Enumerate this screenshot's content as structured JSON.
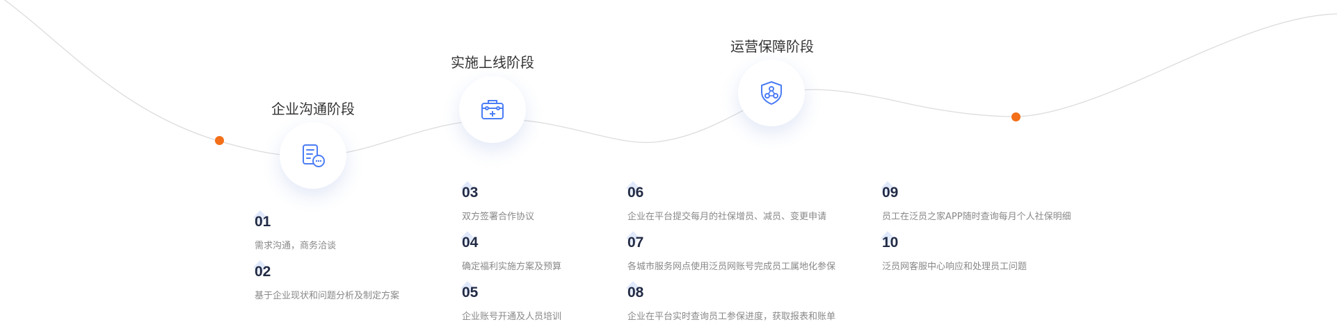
{
  "stages": [
    {
      "title": "企业沟通阶段",
      "icon": "document-chat-icon"
    },
    {
      "title": "实施上线阶段",
      "icon": "medical-kit-icon"
    },
    {
      "title": "运营保障阶段",
      "icon": "shield-network-icon"
    }
  ],
  "steps": [
    {
      "num": "01",
      "text": "需求沟通，商务洽谈"
    },
    {
      "num": "02",
      "text": "基于企业现状和问题分析及制定方案"
    },
    {
      "num": "03",
      "text": "双方签署合作协议"
    },
    {
      "num": "04",
      "text": "确定福利实施方案及预算"
    },
    {
      "num": "05",
      "text": "企业账号开通及人员培训"
    },
    {
      "num": "06",
      "text": "企业在平台提交每月的社保增员、减员、变更申请"
    },
    {
      "num": "07",
      "text": "各城市服务网点使用泛员网账号完成员工属地化参保"
    },
    {
      "num": "08",
      "text": "企业在平台实时查询员工参保进度，获取报表和账单"
    },
    {
      "num": "09",
      "text": "员工在泛员之家APP随时查询每月个人社保明细"
    },
    {
      "num": "10",
      "text": "泛员网客服中心响应和处理员工问题"
    }
  ],
  "colors": {
    "accent": "#4a7cf5",
    "dot": "#f36f19",
    "line": "#dcdcdc",
    "number": "#222b45",
    "text": "#888888"
  }
}
